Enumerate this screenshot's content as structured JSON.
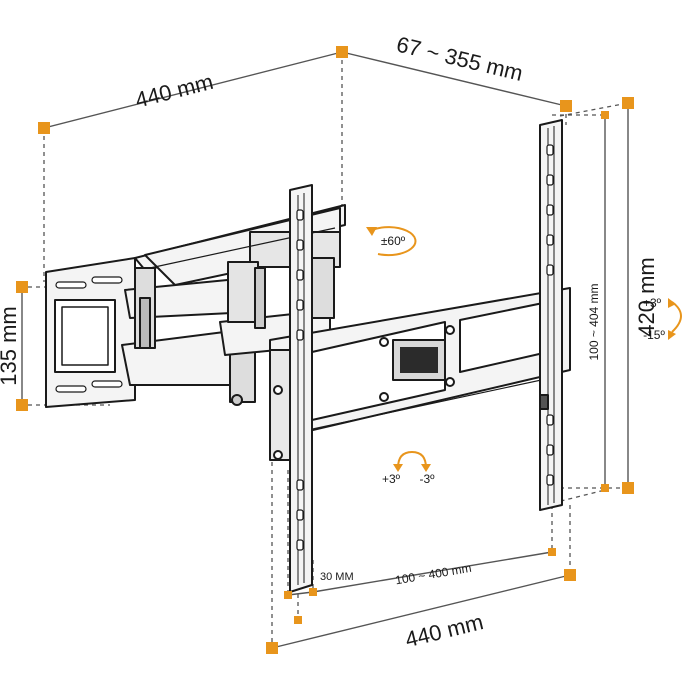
{
  "colors": {
    "accent": "#E8951C",
    "line": "#1a1a1a",
    "dashed": "#555555",
    "metal_fill": "#f2f2f2",
    "metal_dark": "#2b2b2b"
  },
  "dimensions": {
    "top_width": "440 mm",
    "arm_extension": "67 ~ 355 mm",
    "wall_plate_height": "135 mm",
    "total_height": "420 mm",
    "vesa_vertical": "100 ~ 404 mm",
    "bottom_width": "440 mm",
    "vesa_horizontal": "100 ~ 400 mm",
    "rail_width": "30 MM"
  },
  "rotations": {
    "swivel": "±60º",
    "tilt_side_up": "+3º",
    "tilt_side_down": "-15º",
    "level_plus": "+3º",
    "level_minus": "-3º"
  },
  "icons": {
    "swivel": "rotate-arrow-icon",
    "tilt": "tilt-arrows-icon",
    "level": "level-adjust-arrows-icon"
  }
}
